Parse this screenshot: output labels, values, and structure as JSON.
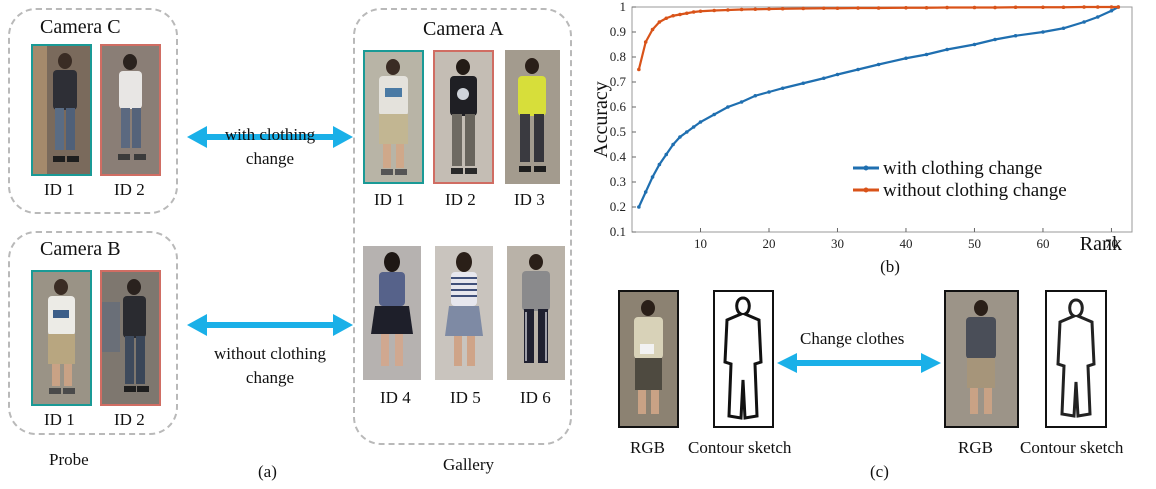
{
  "panel_a": {
    "camera_c": {
      "title": "Camera C",
      "ids": [
        "ID 1",
        "ID 2"
      ]
    },
    "camera_b": {
      "title": "Camera B",
      "ids": [
        "ID 1",
        "ID 2"
      ]
    },
    "camera_a": {
      "title": "Camera A",
      "ids": [
        "ID 1",
        "ID 2",
        "ID 3",
        "ID 4",
        "ID 5",
        "ID 6"
      ]
    },
    "arrow_top_label_1": "with clothing",
    "arrow_top_label_2": "change",
    "arrow_bottom_label_1": "without clothing",
    "arrow_bottom_label_2": "change",
    "probe_label": "Probe",
    "gallery_label": "Gallery",
    "caption": "(a)"
  },
  "panel_b": {
    "caption": "(b)"
  },
  "panel_c": {
    "rgb_label": "RGB",
    "sketch_label": "Contour sketch",
    "arrow_label": "Change clothes",
    "caption": "(c)"
  },
  "colors": {
    "teal": "#1a9a96",
    "salmon": "#d06d63",
    "arrow": "#1ab0e8",
    "series_with": "#1f6fb0",
    "series_without": "#d95319"
  },
  "chart_data": {
    "type": "line",
    "xlabel": "Rank",
    "ylabel": "Accuracy",
    "xlim": [
      0,
      73
    ],
    "ylim": [
      0.1,
      1
    ],
    "xticks": [
      10,
      20,
      30,
      40,
      50,
      60,
      70
    ],
    "yticks": [
      0.1,
      0.2,
      0.3,
      0.4,
      0.5,
      0.6,
      0.7,
      0.8,
      0.9,
      1
    ],
    "legend_position": "bottom-right",
    "grid": false,
    "x": [
      1,
      2,
      3,
      4,
      5,
      6,
      7,
      8,
      9,
      10,
      12,
      14,
      16,
      18,
      20,
      22,
      25,
      28,
      30,
      33,
      36,
      40,
      43,
      46,
      50,
      53,
      56,
      60,
      63,
      66,
      68,
      70,
      71
    ],
    "series": [
      {
        "name": "with clothing change",
        "values": [
          0.2,
          0.26,
          0.32,
          0.37,
          0.41,
          0.45,
          0.48,
          0.5,
          0.52,
          0.54,
          0.57,
          0.6,
          0.62,
          0.645,
          0.66,
          0.675,
          0.695,
          0.715,
          0.73,
          0.75,
          0.77,
          0.795,
          0.81,
          0.83,
          0.85,
          0.87,
          0.885,
          0.9,
          0.915,
          0.94,
          0.96,
          0.985,
          1.0
        ]
      },
      {
        "name": "without clothing change",
        "values": [
          0.75,
          0.86,
          0.91,
          0.94,
          0.955,
          0.965,
          0.97,
          0.975,
          0.98,
          0.983,
          0.986,
          0.988,
          0.99,
          0.991,
          0.992,
          0.993,
          0.994,
          0.995,
          0.995,
          0.996,
          0.996,
          0.997,
          0.997,
          0.998,
          0.998,
          0.998,
          0.999,
          0.999,
          0.999,
          1.0,
          1.0,
          1.0,
          1.0
        ]
      }
    ]
  }
}
